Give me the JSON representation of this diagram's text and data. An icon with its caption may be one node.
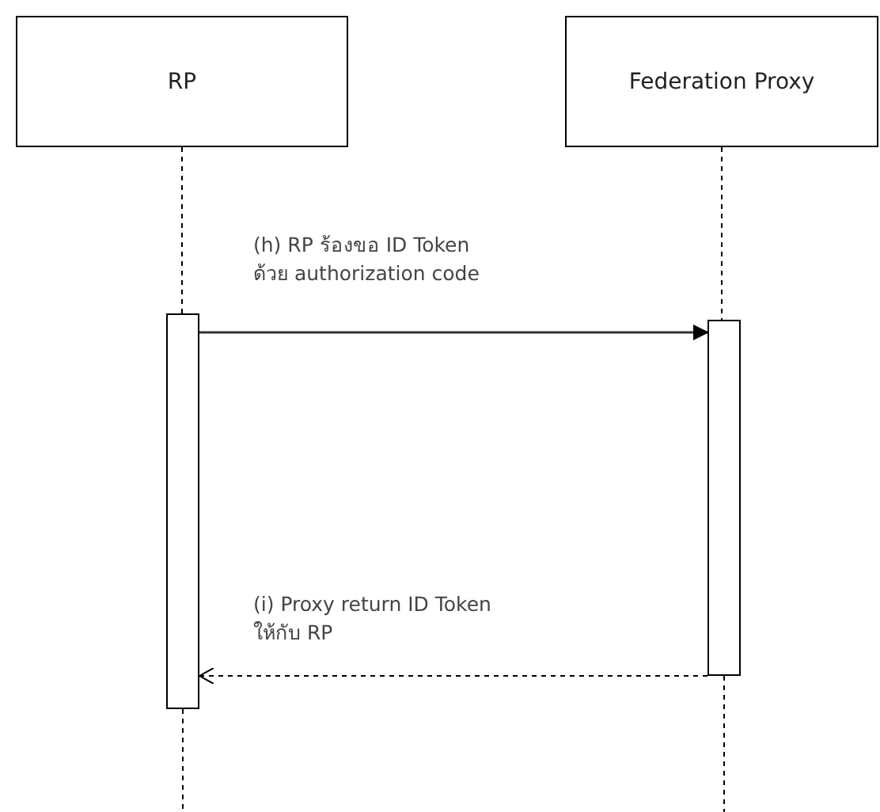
{
  "diagram": {
    "nodes": [
      {
        "text": [
          "RP"
        ]
      },
      {
        "text": [
          "Federation Proxy"
        ]
      },
      {
        "text": [],
        "shape": "bar"
      },
      {
        "text": [],
        "shape": "bar"
      }
    ],
    "edges": [
      {
        "from": 0,
        "to": 2,
        "arrow": "none",
        "style": "dashed"
      },
      {
        "from": 1,
        "to": 3,
        "arrow": "none",
        "style": "dashed"
      },
      {
        "from": 2,
        "to": null,
        "arrow": "none",
        "style": "dashed"
      },
      {
        "from": 3,
        "to": null,
        "arrow": "none",
        "style": "dashed"
      },
      {
        "from": 2,
        "to": 3,
        "arrow": "to",
        "label": "(h) RP ร้องขอ ID Token ด้วย authorization code"
      },
      {
        "from": 3,
        "to": 2,
        "arrow": "to",
        "style": "dashed",
        "label": "(i) Proxy return ID Token ให้กับ RP"
      }
    ]
  }
}
